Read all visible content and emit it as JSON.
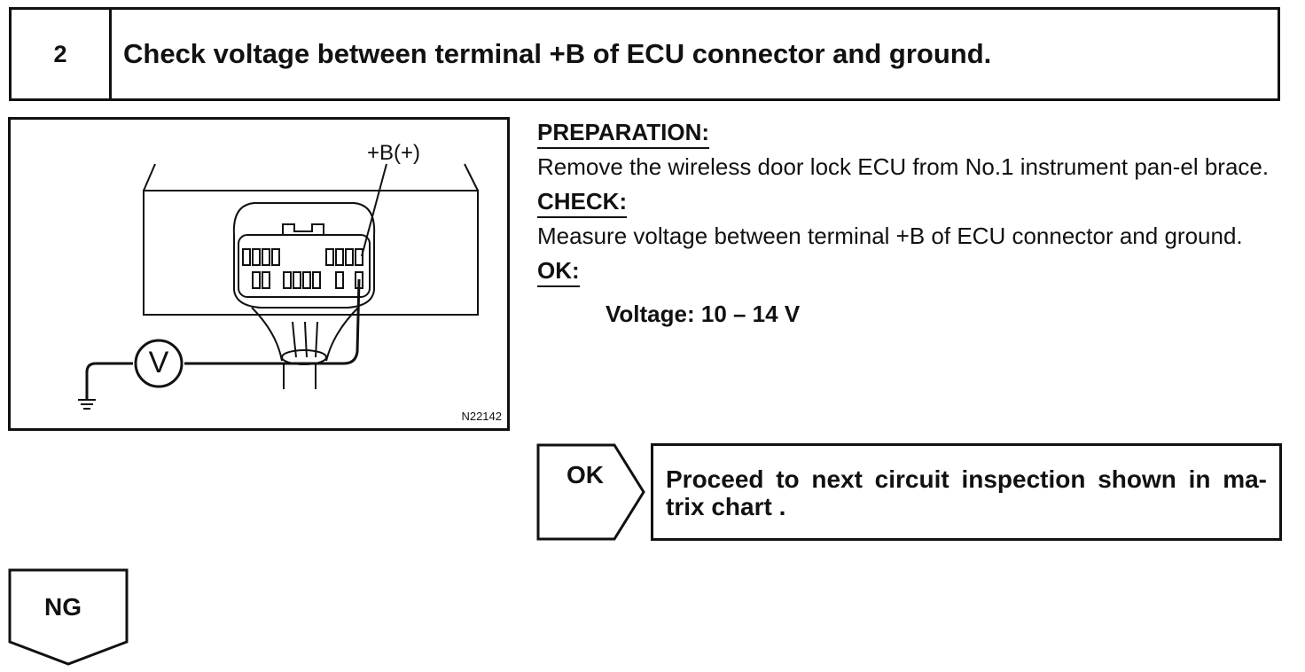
{
  "step": {
    "number": "2",
    "title": "Check voltage between terminal +B of ECU connector and ground."
  },
  "figure": {
    "terminal_label": "+B(+)",
    "meter_symbol": "V",
    "code": "N22142"
  },
  "instructions": {
    "preparation_heading": "PREPARATION:",
    "preparation_text": "Remove the wireless door lock ECU from No.1 instrument pan-el brace.",
    "check_heading": "CHECK:",
    "check_text": "Measure voltage between terminal +B of ECU connector and ground.",
    "ok_heading": "OK:",
    "ok_spec": "Voltage: 10 – 14 V"
  },
  "result_ok": {
    "label": "OK",
    "text": "Proceed to next circuit inspection shown in ma-trix chart ."
  },
  "result_ng": {
    "label": "NG"
  }
}
